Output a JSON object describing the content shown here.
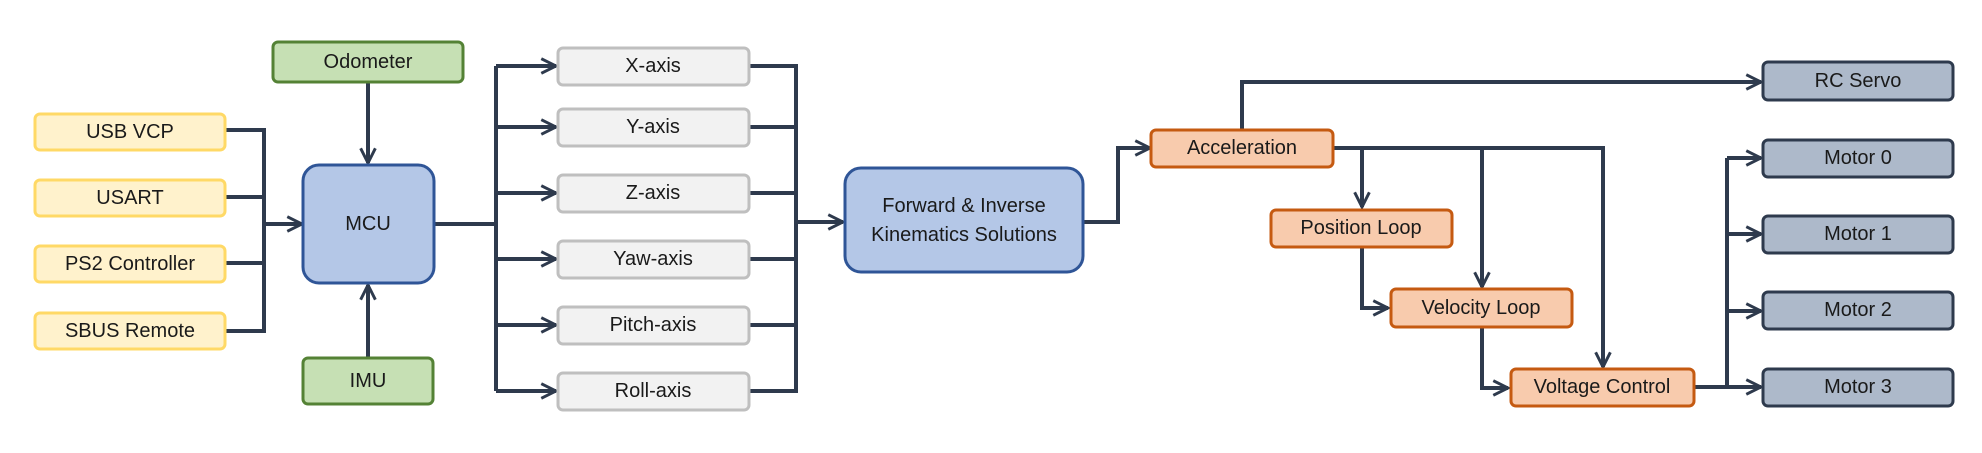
{
  "colors": {
    "input_fill": "#fff2cc",
    "input_stroke": "#ffd966",
    "sensor_fill": "#c6e0b4",
    "sensor_stroke": "#548235",
    "core_fill": "#b4c7e7",
    "core_stroke": "#2f5597",
    "axis_fill": "#f2f2f2",
    "axis_stroke": "#bfbfbf",
    "control_fill": "#f8cbad",
    "control_stroke": "#c55a11",
    "output_fill": "#adb9ca",
    "output_stroke": "#2e3a4d",
    "edge": "#2e3a4d"
  },
  "nodes": {
    "usb_vcp": "USB VCP",
    "usart": "USART",
    "ps2": "PS2 Controller",
    "sbus": "SBUS Remote",
    "odometer": "Odometer",
    "mcu": "MCU",
    "imu": "IMU",
    "x_axis": "X-axis",
    "y_axis": "Y-axis",
    "z_axis": "Z-axis",
    "yaw_axis": "Yaw-axis",
    "pitch_axis": "Pitch-axis",
    "roll_axis": "Roll-axis",
    "kinematics_line1": "Forward & Inverse",
    "kinematics_line2": "Kinematics Solutions",
    "acceleration": "Acceleration",
    "position_loop": "Position Loop",
    "velocity_loop": "Velocity Loop",
    "voltage_control": "Voltage Control",
    "rc_servo": "RC Servo",
    "motor0": "Motor 0",
    "motor1": "Motor 1",
    "motor2": "Motor 2",
    "motor3": "Motor 3"
  }
}
